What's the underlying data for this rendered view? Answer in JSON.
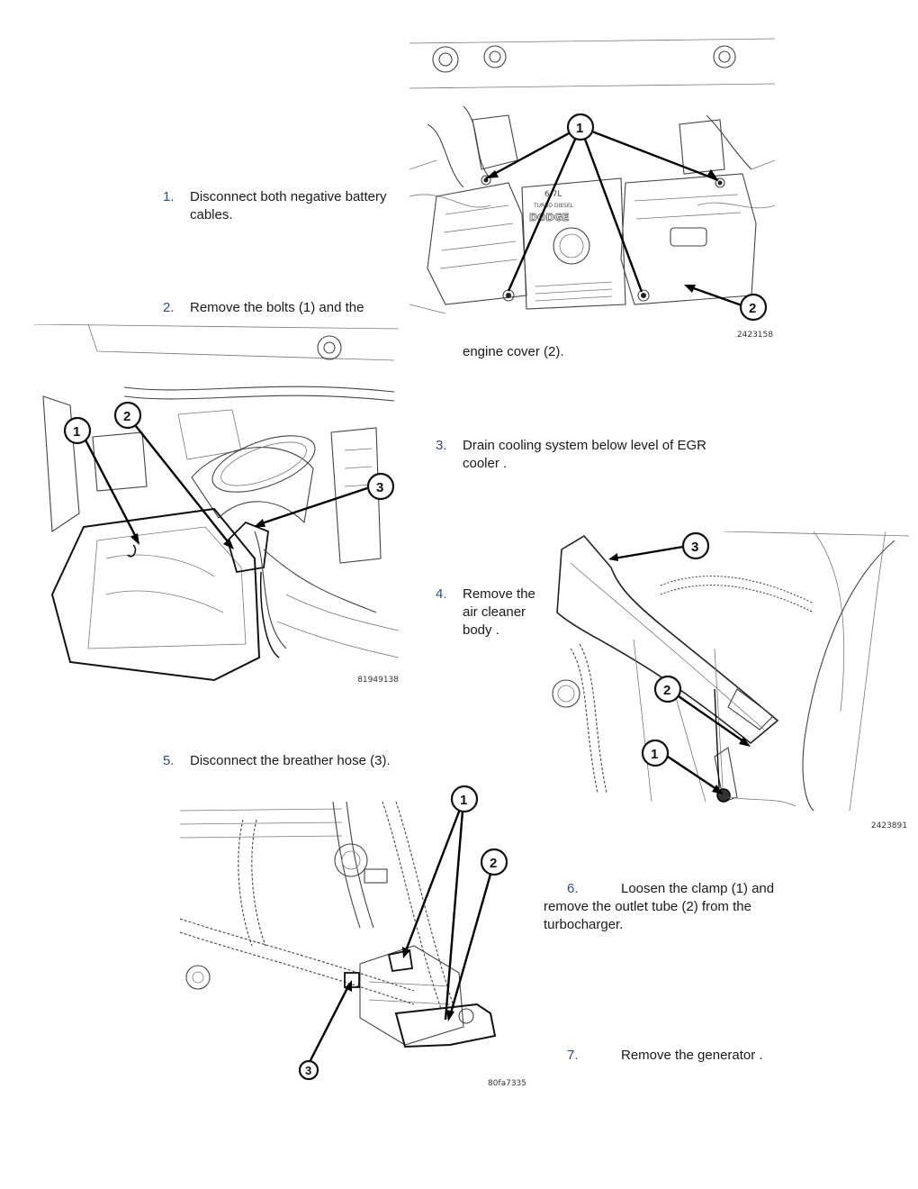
{
  "steps": [
    {
      "number": "1.",
      "text": "Disconnect both negative battery cables."
    },
    {
      "number": "2.",
      "text_part1": "Remove the bolts (1) and the",
      "text_part2": "engine cover (2)."
    },
    {
      "number": "3.",
      "text": "Drain cooling system below level of EGR cooler ."
    },
    {
      "number": "4.",
      "text": "Remove the air cleaner body ."
    },
    {
      "number": "5.",
      "text": "Disconnect the breather hose (3)."
    },
    {
      "number": "6.",
      "text": "Loosen the clamp (1) and remove the outlet tube (2) from the turbocharger."
    },
    {
      "number": "7.",
      "text": "Remove the generator ."
    }
  ],
  "figures": [
    {
      "id": "2423158",
      "callouts": [
        "1",
        "2"
      ],
      "cover_text": [
        "6.7L",
        "TURBO DIESEL",
        "DODGE"
      ]
    },
    {
      "id": "81949138",
      "callouts": [
        "1",
        "2",
        "3"
      ]
    },
    {
      "id": "2423891",
      "callouts": [
        "1",
        "2",
        "3"
      ]
    },
    {
      "id": "80fa7335",
      "callouts": [
        "1",
        "2",
        "3"
      ]
    }
  ]
}
